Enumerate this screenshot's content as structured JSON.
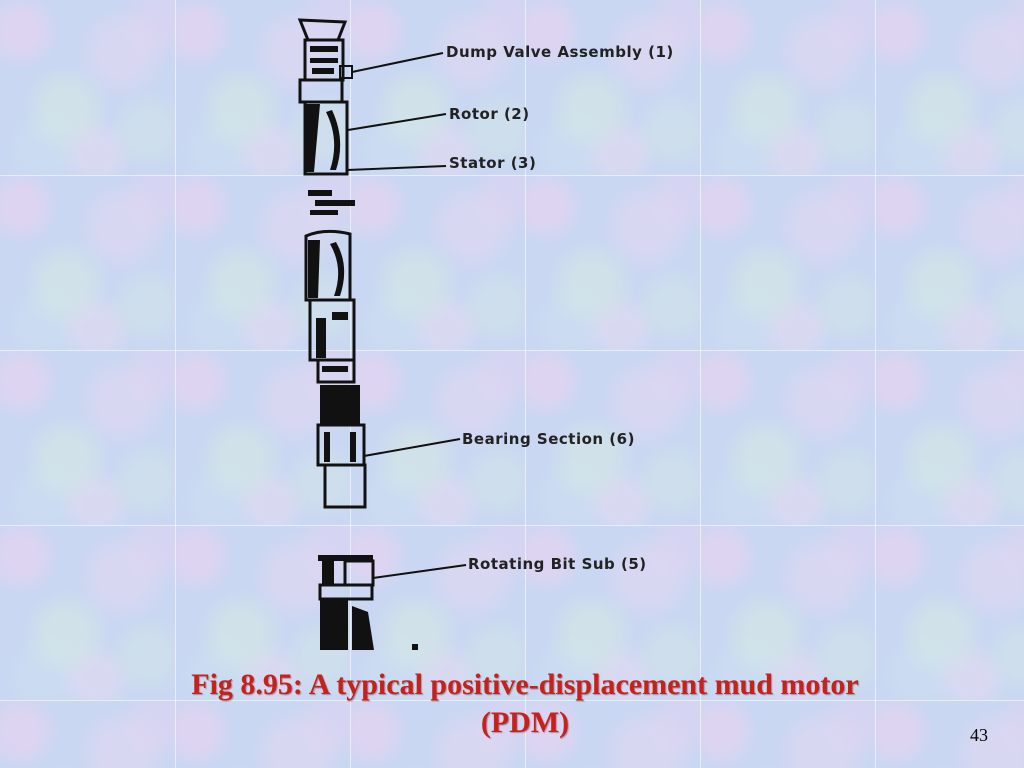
{
  "slide": {
    "caption_line1": "Fig 8.95: A typical positive-displacement mud motor",
    "caption_line2": "(PDM)",
    "page_number": "43",
    "caption_color": "#c8201a"
  },
  "diagram": {
    "labels": [
      {
        "id": "dump-valve",
        "text": "Dump Valve Assembly (1)"
      },
      {
        "id": "rotor",
        "text": "Rotor (2)"
      },
      {
        "id": "stator",
        "text": "Stator (3)"
      },
      {
        "id": "bearing",
        "text": "Bearing Section (6)"
      },
      {
        "id": "bit-sub",
        "text": "Rotating Bit Sub (5)"
      }
    ]
  }
}
